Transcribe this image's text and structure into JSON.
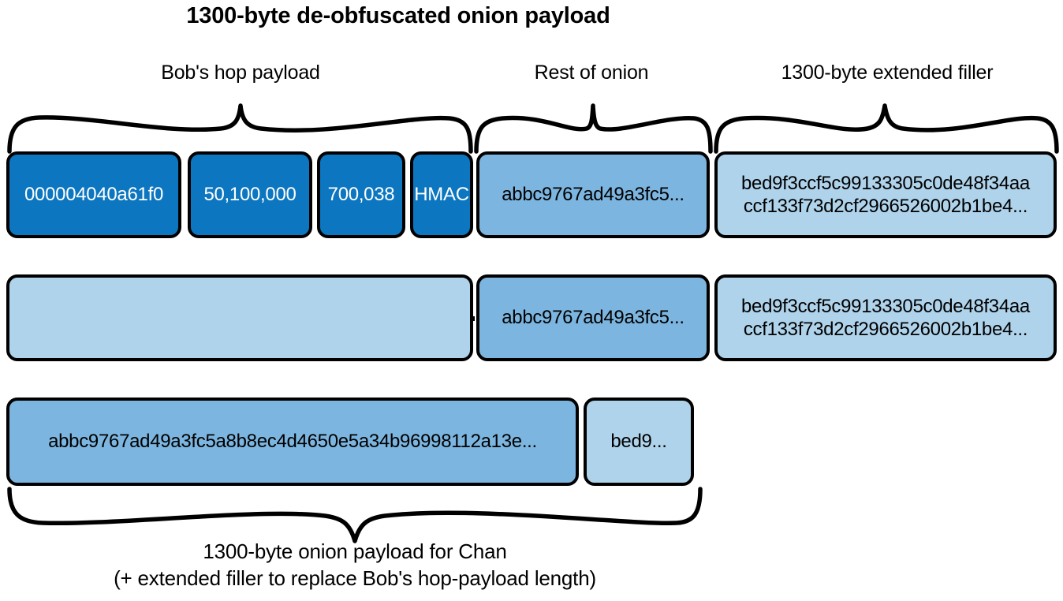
{
  "title": "1300-byte de-obfuscated onion payload",
  "brace_labels": {
    "bobs_hop_payload": "Bob's hop payload",
    "rest_of_onion": "Rest of onion",
    "extended_filler": "1300-byte extended filler"
  },
  "colors": {
    "dark_blue": "#0C76C0",
    "medium_blue": "#7CB5DF",
    "light_blue": "#AFD3EB",
    "outline": "#000000",
    "background": "#FFFFFF"
  },
  "row1": {
    "boxes": [
      {
        "label": "000004040a61f0",
        "shade": "dark"
      },
      {
        "label": "50,100,000",
        "shade": "dark"
      },
      {
        "label": "700,038",
        "shade": "dark"
      },
      {
        "label": "HMAC",
        "shade": "dark"
      },
      {
        "label": "abbc9767ad49a3fc5...",
        "shade": "medium"
      },
      {
        "label_line1": "bed9f3ccf5c99133305c0de48f34aa",
        "label_line2": "ccf133f73d2cf2966526002b1be4...",
        "shade": "light"
      }
    ]
  },
  "row2": {
    "boxes": [
      {
        "label": "",
        "shade": "light"
      },
      {
        "label": "abbc9767ad49a3fc5...",
        "shade": "medium"
      },
      {
        "label_line1": "bed9f3ccf5c99133305c0de48f34aa",
        "label_line2": "ccf133f73d2cf2966526002b1be4...",
        "shade": "light"
      }
    ],
    "arrow": "shift-left-arrow"
  },
  "row3": {
    "boxes": [
      {
        "label": "abbc9767ad49a3fc5a8b8ec4d4650e5a34b96998112a13e...",
        "shade": "medium"
      },
      {
        "label": "bed9...",
        "shade": "light"
      }
    ]
  },
  "caption": {
    "line1": "1300-byte onion payload for Chan",
    "line2": "(+ extended filler to replace Bob's hop-payload length)"
  }
}
